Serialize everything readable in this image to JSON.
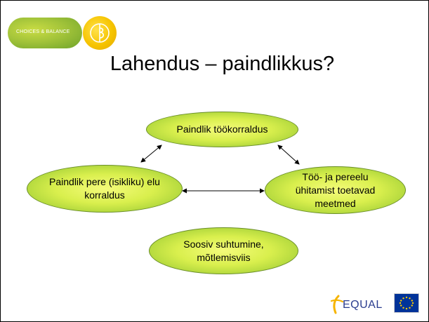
{
  "header": {
    "logo_text": "CHOICES & BALANCE",
    "title": "Lahendus – paindlikkus?"
  },
  "diagram": {
    "nodes": {
      "top": "Paindlik töökorraldus",
      "left": "Paindlik pere (isikliku) elu korraldus",
      "right": "Töö- ja pereelu ühitamist toetavad meetmed",
      "bottom": "Soosiv suhtumine, mõtlemisviis"
    }
  },
  "footer": {
    "equal_text": "EQUAL"
  },
  "colors": {
    "node_center": "#f4fb7a",
    "node_edge": "#8cbf2e",
    "logo_green": "#a3c43a",
    "logo_yellow": "#f6c400",
    "eu_blue": "#003399",
    "eu_star": "#ffcc00"
  }
}
